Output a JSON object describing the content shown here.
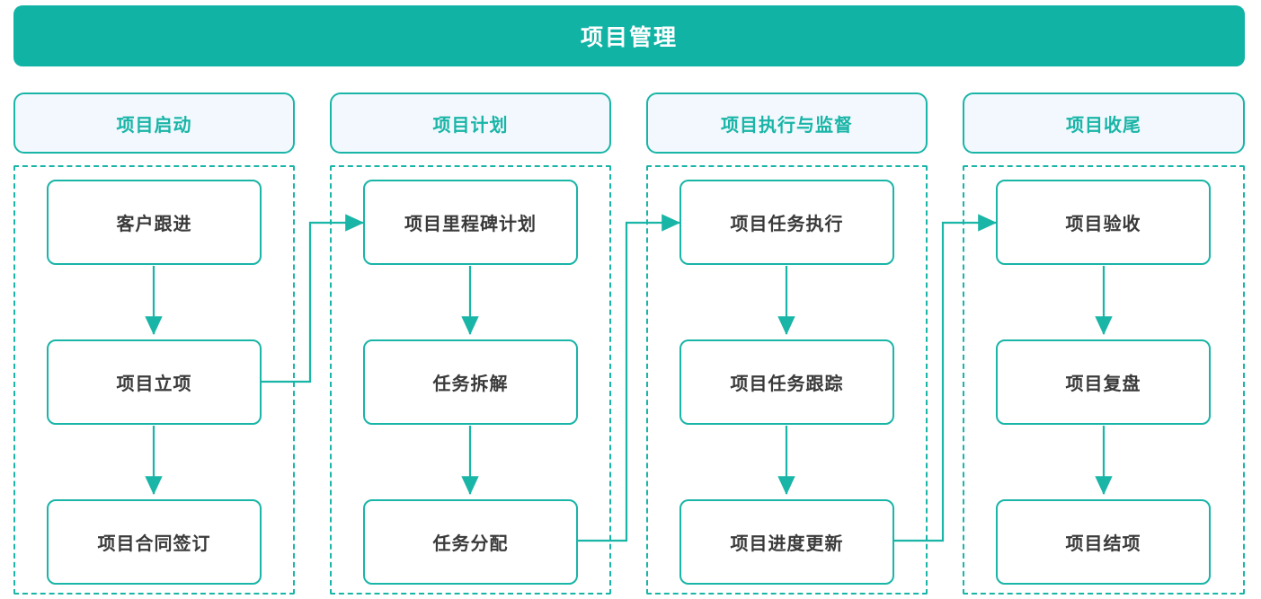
{
  "banner": {
    "title": "项目管理",
    "background": "#11b3a5",
    "text_color": "#ffffff"
  },
  "theme": {
    "accent": "#19b5a7",
    "banner_teal": "#11b3a5",
    "pill_fill": "#f2f8fd",
    "node_fill": "#ffffff",
    "node_text": "#3a3a3a",
    "page_background": "#ffffff"
  },
  "diagram": {
    "type": "flowchart",
    "orientation": "left-to-right phases, top-to-bottom steps",
    "phases": [
      {
        "id": "phase-initiation",
        "header": "项目启动",
        "steps": [
          "客户跟进",
          "项目立项",
          "项目合同签订"
        ]
      },
      {
        "id": "phase-planning",
        "header": "项目计划",
        "steps": [
          "项目里程碑计划",
          "任务拆解",
          "任务分配"
        ]
      },
      {
        "id": "phase-execution",
        "header": "项目执行与监督",
        "steps": [
          "项目任务执行",
          "项目任务跟踪",
          "项目进度更新"
        ]
      },
      {
        "id": "phase-closing",
        "header": "项目收尾",
        "steps": [
          "项目验收",
          "项目复盘",
          "项目结项"
        ]
      }
    ],
    "connections": [
      {
        "from": "客户跟进",
        "to": "项目立项",
        "kind": "vertical-arrow"
      },
      {
        "from": "项目立项",
        "to": "项目合同签订",
        "kind": "vertical-arrow"
      },
      {
        "from": "项目立项",
        "to": "项目里程碑计划",
        "kind": "cross-phase-arrow"
      },
      {
        "from": "项目里程碑计划",
        "to": "任务拆解",
        "kind": "vertical-arrow"
      },
      {
        "from": "任务拆解",
        "to": "任务分配",
        "kind": "vertical-arrow"
      },
      {
        "from": "任务分配",
        "to": "项目任务执行",
        "kind": "cross-phase-arrow"
      },
      {
        "from": "项目任务执行",
        "to": "项目任务跟踪",
        "kind": "vertical-arrow"
      },
      {
        "from": "项目任务跟踪",
        "to": "项目进度更新",
        "kind": "vertical-arrow"
      },
      {
        "from": "项目进度更新",
        "to": "项目验收",
        "kind": "cross-phase-arrow"
      },
      {
        "from": "项目验收",
        "to": "项目复盘",
        "kind": "vertical-arrow"
      },
      {
        "from": "项目复盘",
        "to": "项目结项",
        "kind": "vertical-arrow"
      }
    ]
  }
}
